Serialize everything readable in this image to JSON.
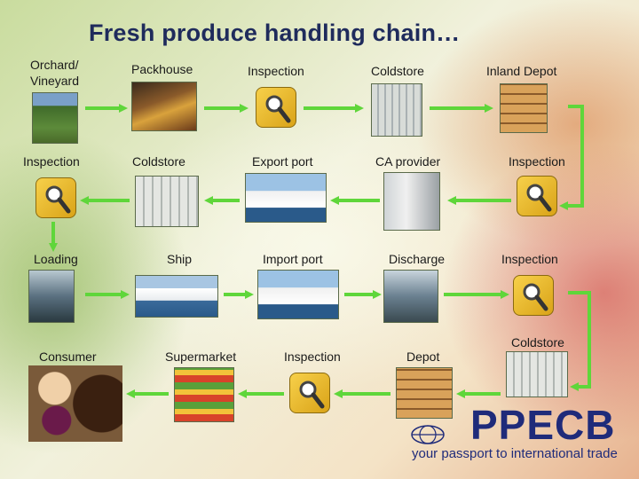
{
  "title": "Fresh produce handling chain…",
  "stages": {
    "orchard_vineyard": "Orchard/ Vineyard",
    "packhouse": "Packhouse",
    "inspection_1": "Inspection",
    "coldstore_1": "Coldstore",
    "inland_depot": "Inland Depot",
    "inspection_2": "Inspection",
    "coldstore_2": "Coldstore",
    "export_port": "Export port",
    "ca_provider": "CA provider",
    "inspection_3": "Inspection",
    "loading": "Loading",
    "ship": "Ship",
    "import_port": "Import port",
    "discharge": "Discharge",
    "inspection_4": "Inspection",
    "consumer": "Consumer",
    "supermarket": "Supermarket",
    "inspection_5": "Inspection",
    "depot": "Depot",
    "coldstore_3": "Coldstore"
  },
  "logo": {
    "name": "PPECB",
    "tagline": "your passport to international trade"
  },
  "colors": {
    "title": "#1f2b5c",
    "arrow": "#5fd63a",
    "logo": "#1f2b7a",
    "inspection_icon": "#f2c232"
  },
  "icons": {
    "inspection": "magnifier-icon",
    "logo_mark": "globe-icon"
  }
}
